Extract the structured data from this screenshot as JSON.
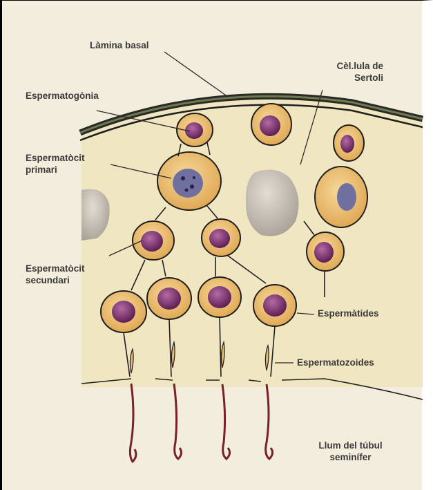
{
  "labels": {
    "lamina_basal": "Làmina basal",
    "cellula_sertoli": "Cèl.lula de\nSertoli",
    "espermatogonia": "Espermatogònia",
    "espermatocit_primari": "Espermatòcit\nprimari",
    "espermatocit_secundari": "Espermatòcit\nsecundari",
    "espermatides": "Espermàtides",
    "espermatozoides": "Espermatozoides",
    "llum_tubul": "Llum del túbul\nseminífer"
  },
  "colors": {
    "background": "#f2eddc",
    "tissue": "#f0e6c2",
    "cytoplasm": "#e8b96a",
    "nucleus": "#8a3a7a",
    "nucleus_dark": "#5e1f54",
    "sertoli_nucleus": "#c9c2b6",
    "membrane": "#1e1e1e",
    "tail": "#7a1f2e"
  }
}
